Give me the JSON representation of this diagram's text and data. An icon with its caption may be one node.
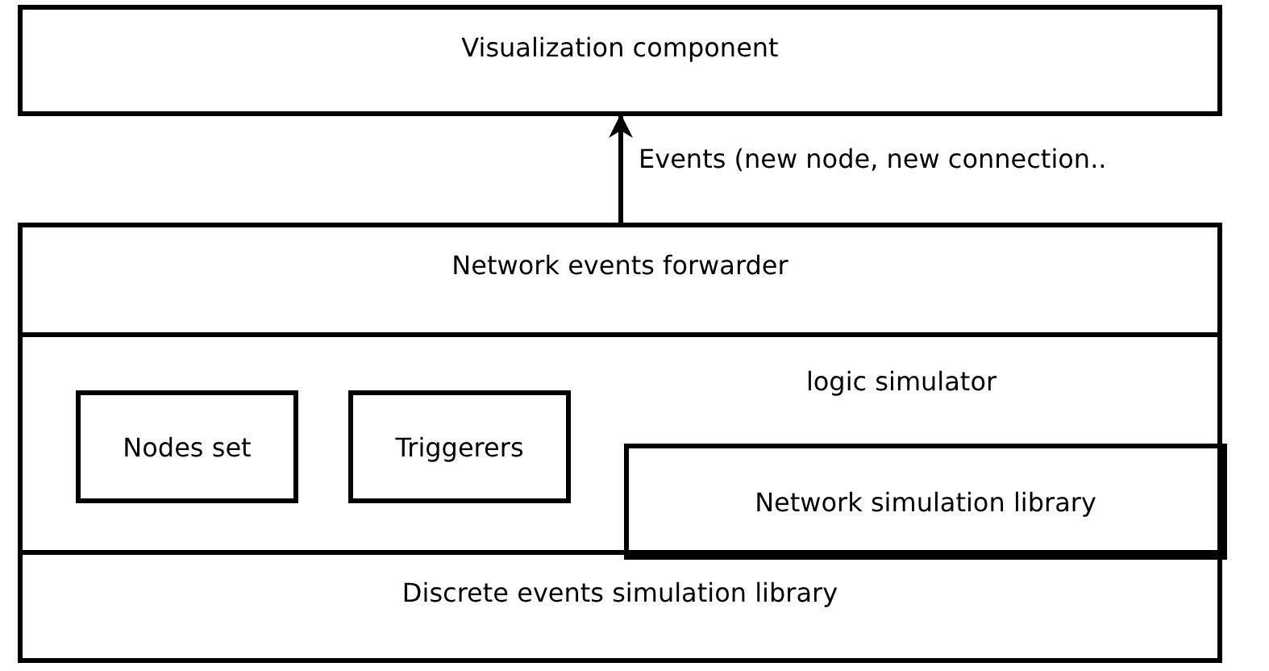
{
  "diagram": {
    "nodes": [
      {
        "text": [
          "Visualization component"
        ]
      },
      {
        "text": [
          "Network events forwarder"
        ]
      },
      {
        "text": [
          "logic simulator"
        ]
      },
      {
        "text": [
          "Nodes set"
        ],
        "in": 2
      },
      {
        "text": [
          "Triggerers"
        ],
        "in": 2
      },
      {
        "text": [
          "Network simulation library"
        ],
        "in": 2
      },
      {
        "text": [
          "Discrete events simulation library"
        ]
      }
    ],
    "edges": [
      {
        "from": 1,
        "to": 0,
        "arrow": "to",
        "label": "Events (new node, new connection.."
      }
    ]
  }
}
